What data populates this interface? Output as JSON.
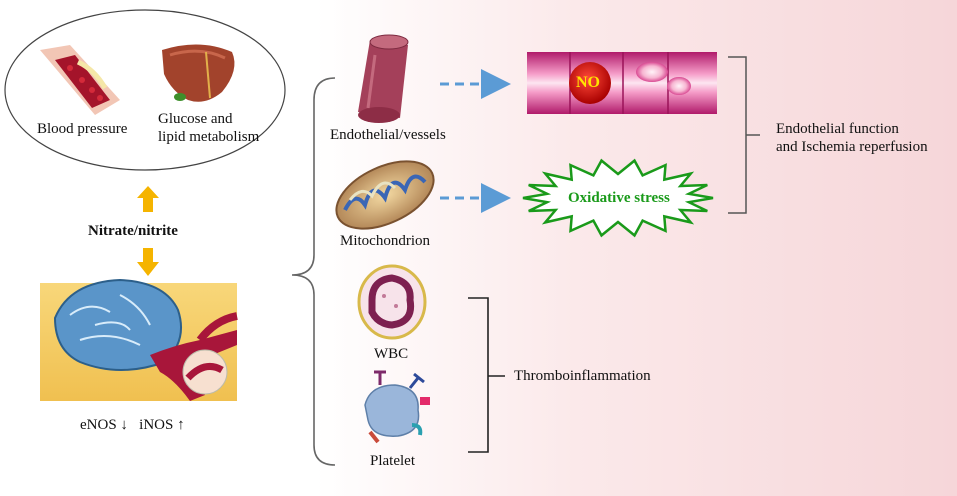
{
  "top_oval": {
    "blood_pressure": "Blood pressure",
    "glucose_line1": "Glucose and",
    "glucose_line2": "lipid metabolism"
  },
  "center_label": "Nitrate/nitrite",
  "enzymes": "eNOS ↓   iNOS ↑",
  "targets": {
    "endothelial": "Endothelial/vessels",
    "mitochondrion": "Mitochondrion",
    "wbc": "WBC",
    "platelet": "Platelet"
  },
  "effects": {
    "no_label": "NO",
    "oxidative_stress": "Oxidative stress"
  },
  "outcomes": {
    "endo_line1": "Endothelial function",
    "endo_line2": "and Ischemia reperfusion",
    "thrombo": "Thromboinflammation"
  },
  "colors": {
    "arrow_orange": "#f5b400",
    "dashed_arrow": "#5b9bd5",
    "vessel_pink": "#d94a93",
    "no_red": "#d61e1e",
    "no_text_yellow": "#ffe600",
    "stress_green": "#1a9a1a"
  }
}
